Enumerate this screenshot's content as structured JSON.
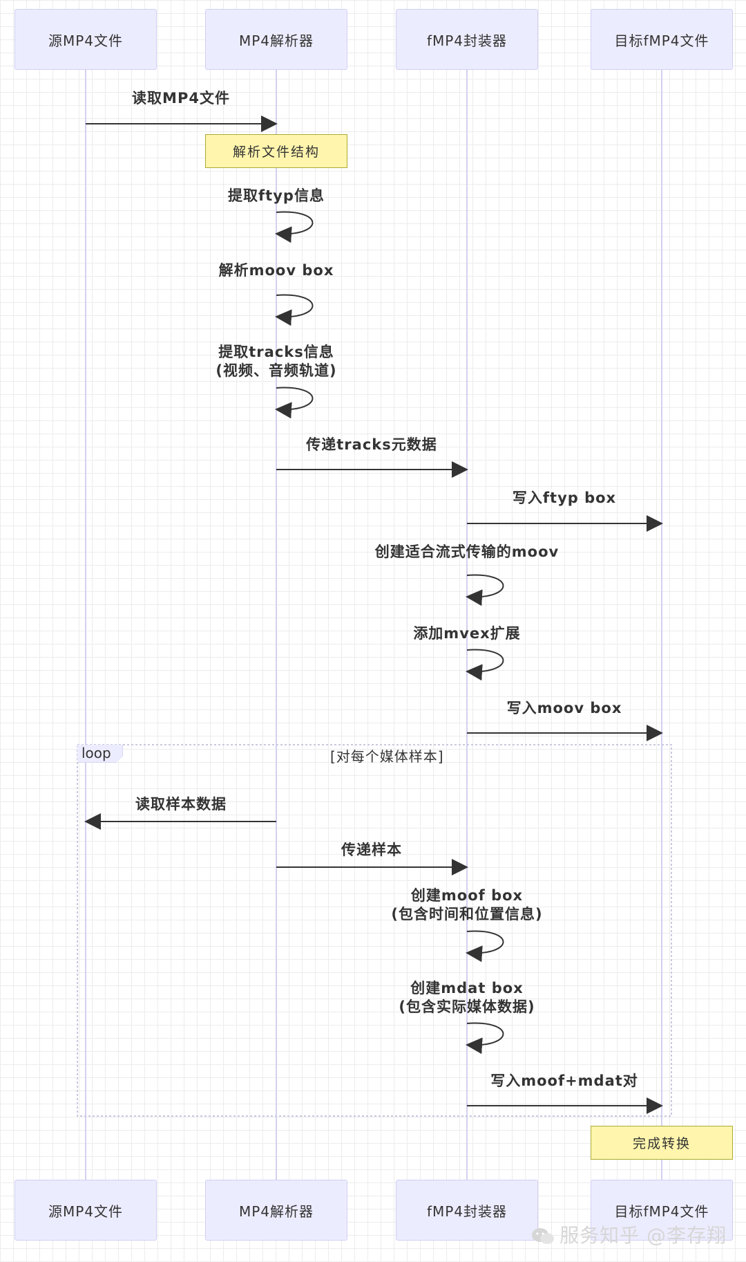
{
  "participants": [
    "源MP4文件",
    "MP4解析器",
    "fMP4封装器",
    "目标fMP4文件"
  ],
  "messages": [
    {
      "label": "读取MP4文件"
    },
    {
      "label": "提取ftyp信息"
    },
    {
      "label": "解析moov box"
    },
    {
      "label": "提取tracks信息",
      "label2": "(视频、音频轨道)"
    },
    {
      "label": "传递tracks元数据"
    },
    {
      "label": "写入ftyp box"
    },
    {
      "label": "创建适合流式传输的moov"
    },
    {
      "label": "添加mvex扩展"
    },
    {
      "label": "写入moov box"
    },
    {
      "label": "读取样本数据"
    },
    {
      "label": "传递样本"
    },
    {
      "label": "创建moof box",
      "label2": "(包含时间和位置信息)"
    },
    {
      "label": "创建mdat box",
      "label2": "(包含实际媒体数据)"
    },
    {
      "label": "写入moof+mdat对"
    }
  ],
  "notes": {
    "parse_structure": "解析文件结构",
    "finish": "完成转换"
  },
  "loop": {
    "tag": "loop",
    "condition": "[对每个媒体样本]"
  },
  "watermark": "服务知乎 @李存翔",
  "colors": {
    "actor_fill": "#ececff",
    "actor_border": "#cfcff5",
    "lifeline": "#d3d0f0",
    "note_fill": "#fff5ad",
    "arrow": "#333333"
  }
}
